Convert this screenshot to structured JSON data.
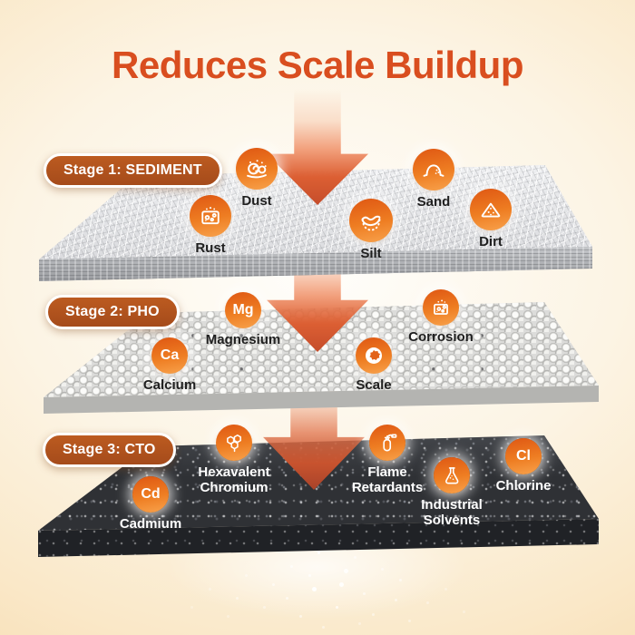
{
  "title": "Reduces Scale Buildup",
  "stages": [
    {
      "label": "Stage 1: SEDIMENT",
      "filter_appearance": "white fibrous sediment layer",
      "items": [
        {
          "name": "Dust",
          "icon": "dust-icon"
        },
        {
          "name": "Sand",
          "icon": "sand-icon"
        },
        {
          "name": "Rust",
          "icon": "rust-icon"
        },
        {
          "name": "Silt",
          "icon": "silt-icon"
        },
        {
          "name": "Dirt",
          "icon": "dirt-icon"
        }
      ]
    },
    {
      "label": "Stage 2: PHO",
      "filter_appearance": "white granular bead layer",
      "items": [
        {
          "name": "Magnesium",
          "symbol": "Mg"
        },
        {
          "name": "Calcium",
          "symbol": "Ca"
        },
        {
          "name": "Corrosion",
          "icon": "corrosion-icon"
        },
        {
          "name": "Scale",
          "icon": "scale-icon"
        }
      ]
    },
    {
      "label": "Stage 3: CTO",
      "filter_appearance": "black carbon block layer",
      "items": [
        {
          "name": "Hexavalent Chromium",
          "icon": "molecule-icon"
        },
        {
          "name": "Cadmium",
          "symbol": "Cd"
        },
        {
          "name": "Flame Retardants",
          "icon": "fire-extinguisher-icon"
        },
        {
          "name": "Industrial Solvents",
          "icon": "flask-icon"
        },
        {
          "name": "Chlorine",
          "symbol": "Cl"
        }
      ]
    }
  ],
  "colors": {
    "title": "#D94E1F",
    "pill_background": "#AF5120",
    "icon_gradient_top": "#E05A14",
    "icon_gradient_bottom": "#F8A24C",
    "arrow": "#D0532E",
    "stage1_slab": "#E2E3E5",
    "stage2_slab": "#DCDCDA",
    "stage3_slab": "#2F3135",
    "label_dark": "#1F1F1F",
    "label_light": "#FFFFFF",
    "background": "#FBF2E0"
  }
}
